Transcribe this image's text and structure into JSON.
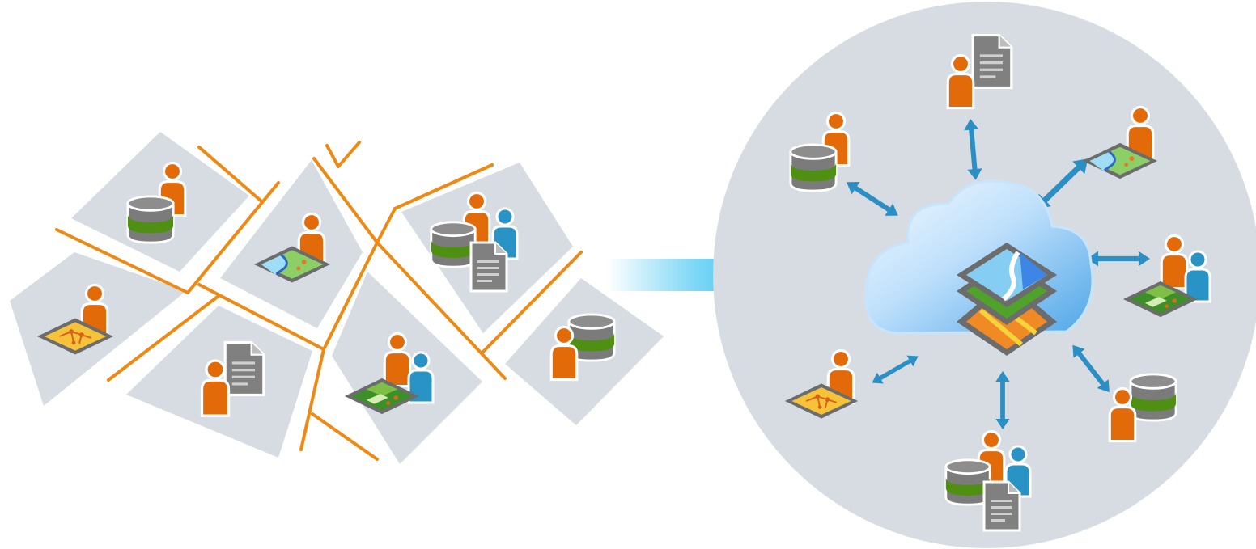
{
  "colors": {
    "background": "#ffffff",
    "panel": "#d7dce3",
    "divider": "#ee8a14",
    "person_primary": "#e26a09",
    "person_secondary": "#2a93c6",
    "database_body": "#7b7b7b",
    "database_band": "#4f8f12",
    "document": "#808080",
    "connector": "#2b8fc4",
    "transition_arrow": "#16b6ef",
    "cloud_light": "#eef7ff",
    "cloud_dark": "#4fa6e8",
    "layer_top": "#3d86e6",
    "layer_mid": "#4fa22a",
    "layer_bottom": "#f08a24"
  },
  "silos": [
    {
      "id": "silo-1",
      "icons": [
        "person-icon",
        "database-icon"
      ]
    },
    {
      "id": "silo-2",
      "icons": [
        "person-icon",
        "map-river-icon"
      ]
    },
    {
      "id": "silo-3",
      "icons": [
        "person-icon",
        "team-icon",
        "database-icon",
        "document-icon"
      ]
    },
    {
      "id": "silo-4",
      "icons": [
        "person-icon",
        "map-network-icon"
      ]
    },
    {
      "id": "silo-5",
      "icons": [
        "person-icon",
        "document-icon"
      ]
    },
    {
      "id": "silo-6",
      "icons": [
        "person-icon",
        "team-icon",
        "map-landcover-icon"
      ]
    },
    {
      "id": "silo-7",
      "icons": [
        "person-icon",
        "database-icon"
      ]
    }
  ],
  "hub": {
    "center": "cloud-icon",
    "center_content": "layered-map-icon",
    "spokes": [
      {
        "id": "spoke-document",
        "icons": [
          "person-icon",
          "document-icon"
        ]
      },
      {
        "id": "spoke-database-left",
        "icons": [
          "person-icon",
          "database-icon"
        ]
      },
      {
        "id": "spoke-river-map",
        "icons": [
          "person-icon",
          "map-river-icon"
        ]
      },
      {
        "id": "spoke-team-landcover",
        "icons": [
          "person-icon",
          "team-icon",
          "map-landcover-icon"
        ]
      },
      {
        "id": "spoke-database-right",
        "icons": [
          "person-icon",
          "database-icon"
        ]
      },
      {
        "id": "spoke-team-db-doc",
        "icons": [
          "person-icon",
          "team-icon",
          "database-icon",
          "document-icon"
        ]
      },
      {
        "id": "spoke-network-map",
        "icons": [
          "person-icon",
          "map-network-icon"
        ]
      }
    ]
  }
}
